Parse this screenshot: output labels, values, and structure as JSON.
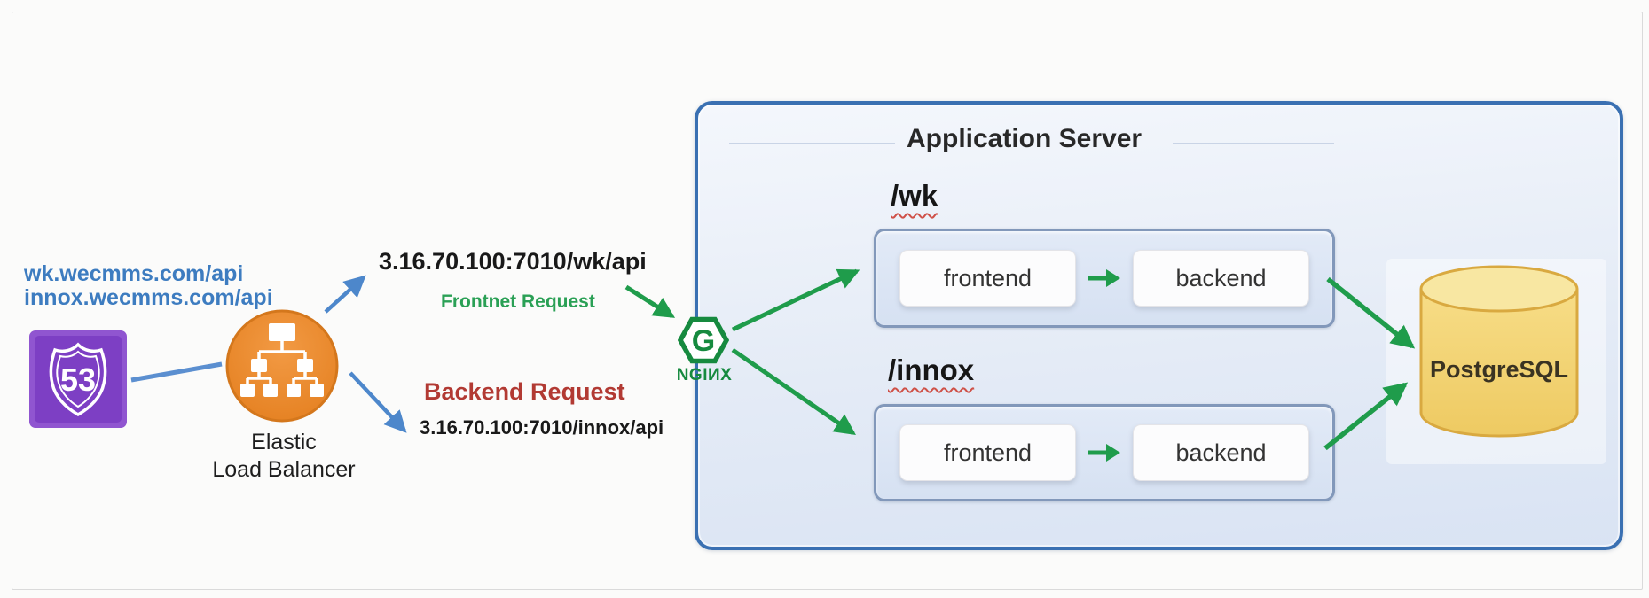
{
  "dns": {
    "urls": [
      "wk.wecmms.com/api",
      "innox.wecmms.com/api"
    ],
    "text_color": "#3d7cc0"
  },
  "route53": {
    "badge": "53",
    "color": "#8447c9"
  },
  "elb": {
    "label_line1": "Elastic",
    "label_line2": "Load Balancer",
    "color": "#ec8a30"
  },
  "requests": {
    "frontend_url": "3.16.70.100:7010/wk/api",
    "frontend_label": "Frontnet Request",
    "frontend_label_color": "#2aa055",
    "backend_label": "Backend Request",
    "backend_label_color": "#b23a33",
    "backend_url": "3.16.70.100:7010/innox/api"
  },
  "nginx": {
    "monogram": "G",
    "wordmark": "NGIИX",
    "color": "#168a3f"
  },
  "app_server": {
    "title": "Application Server",
    "border_color": "#3a70b2",
    "services": [
      {
        "path": "/wk",
        "nodes": [
          "frontend",
          "backend"
        ]
      },
      {
        "path": "/innox",
        "nodes": [
          "frontend",
          "backend"
        ]
      }
    ]
  },
  "database": {
    "label": "PostgreSQL",
    "fill": "#f5d97e",
    "stroke": "#d9a940"
  },
  "arrows": {
    "blue": "#4d87cb",
    "green": "#1f9c4b"
  },
  "icons": {
    "route53": "route53-shield-badge",
    "elb": "load-balancer-tree",
    "nginx": "nginx-hexagon-g",
    "database": "database-cylinder"
  }
}
